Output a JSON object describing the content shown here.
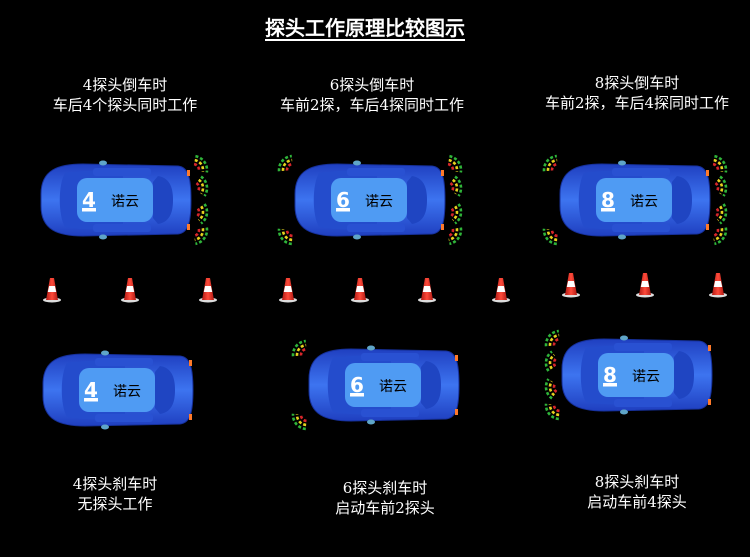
{
  "title": "探头工作原理比较图示",
  "top_labels": [
    {
      "line1": "4探头倒车时",
      "line2": "车后4个探头同时工作"
    },
    {
      "line1": "6探头倒车时",
      "line2": "车前2探，车后4探同时工作"
    },
    {
      "line1": "8探头倒车时",
      "line2": "车前2探，车后4探同时工作"
    }
  ],
  "bottom_labels": [
    {
      "line1": "4探头刹车时",
      "line2": "无探头工作"
    },
    {
      "line1": "6探头刹车时",
      "line2": "启动车前2探头"
    },
    {
      "line1": "8探头刹车时",
      "line2": "启动车前4探头"
    }
  ],
  "car_brand": "诺云",
  "cars": [
    {
      "number": "4",
      "front_sensors": 0,
      "rear_sensors": 4
    },
    {
      "number": "6",
      "front_sensors": 2,
      "rear_sensors": 4
    },
    {
      "number": "8",
      "front_sensors": 2,
      "rear_sensors": 4
    },
    {
      "number": "4",
      "front_sensors": 0,
      "rear_sensors": 0
    },
    {
      "number": "6",
      "front_sensors": 2,
      "rear_sensors": 0
    },
    {
      "number": "8",
      "front_sensors": 4,
      "rear_sensors": 0
    }
  ],
  "colors": {
    "car": "#2b5de6",
    "roof": "#4f9bf3",
    "sensor_green": "#2fb53a",
    "sensor_yellow": "#e6d21e",
    "sensor_red": "#d8262a",
    "cone": "#e8332a"
  }
}
